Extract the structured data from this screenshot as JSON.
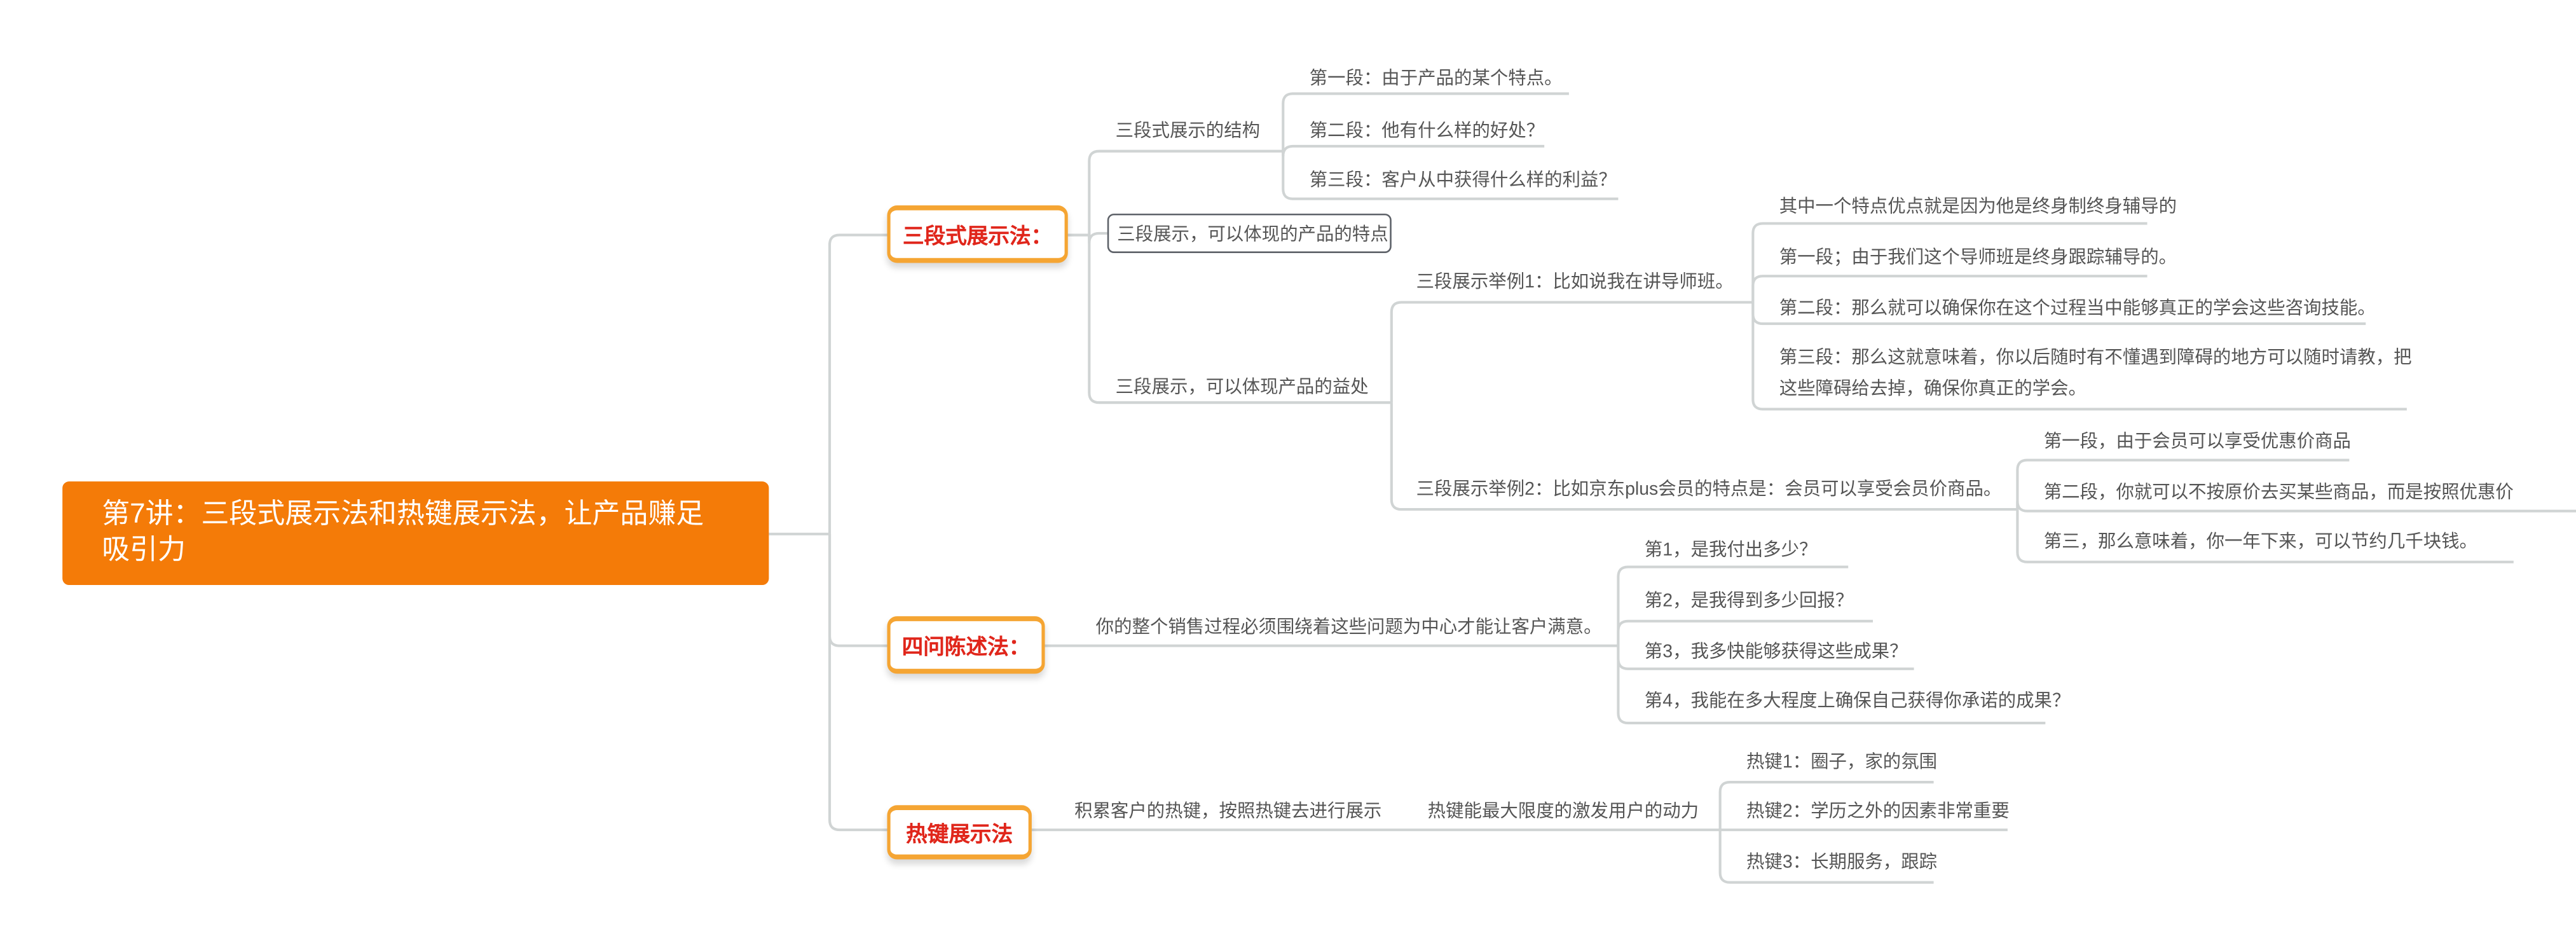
{
  "root": {
    "title": "第7讲：三段式展示法和热键展示法，让产品赚足吸引力"
  },
  "colors": {
    "root_bg": "#f47b08",
    "branch_border": "#f5a533",
    "branch_text": "#e0261b",
    "line": "#d0d4d4",
    "text": "#555555"
  },
  "branches": [
    {
      "label": "三段式展示法：",
      "children": [
        {
          "label": "三段式展示的结构",
          "children": [
            "第一段：由于产品的某个特点。",
            "第二段：他有什么样的好处？",
            "第三段：客户从中获得什么样的利益？"
          ]
        },
        {
          "label": "三段展示，可以体现的产品的特点"
        },
        {
          "label": "三段展示，可以体现产品的益处",
          "children": [
            {
              "label": "三段展示举例1：比如说我在讲导师班。",
              "children": [
                "其中一个特点优点就是因为他是终身制终身辅导的",
                "第一段；由于我们这个导师班是终身跟踪辅导的。",
                "第二段：那么就可以确保你在这个过程当中能够真正的学会这些咨询技能。",
                "第三段：那么这就意味着，你以后随时有不懂遇到障碍的地方可以随时请教，把",
                "这些障碍给去掉，确保你真正的学会。"
              ]
            },
            {
              "label": "三段展示举例2：比如京东plus会员的特点是：会员可以享受会员价商品。",
              "children": [
                "第一段，由于会员可以享受优惠价商品",
                "第二段，你就可以不按原价去买某些商品，而是按照优惠价",
                "第三，那么意味着，你一年下来，可以节约几千块钱。"
              ]
            }
          ]
        }
      ]
    },
    {
      "label": "四问陈述法：",
      "children": [
        {
          "label": "你的整个销售过程必须围绕着这些问题为中心才能让客户满意。",
          "children": [
            "第1，是我付出多少？",
            "第2，是我得到多少回报？",
            "第3，我多快能够获得这些成果？",
            "第4，我能在多大程度上确保自己获得你承诺的成果？"
          ]
        }
      ]
    },
    {
      "label": "热键展示法",
      "children": [
        {
          "label": "积累客户的热键，按照热键去进行展示",
          "children": [
            {
              "label": "热键能最大限度的激发用户的动力",
              "children": [
                "热键1：圈子，家的氛围",
                "热键2：学历之外的因素非常重要",
                "热键3：长期服务，跟踪"
              ]
            }
          ]
        }
      ]
    }
  ]
}
